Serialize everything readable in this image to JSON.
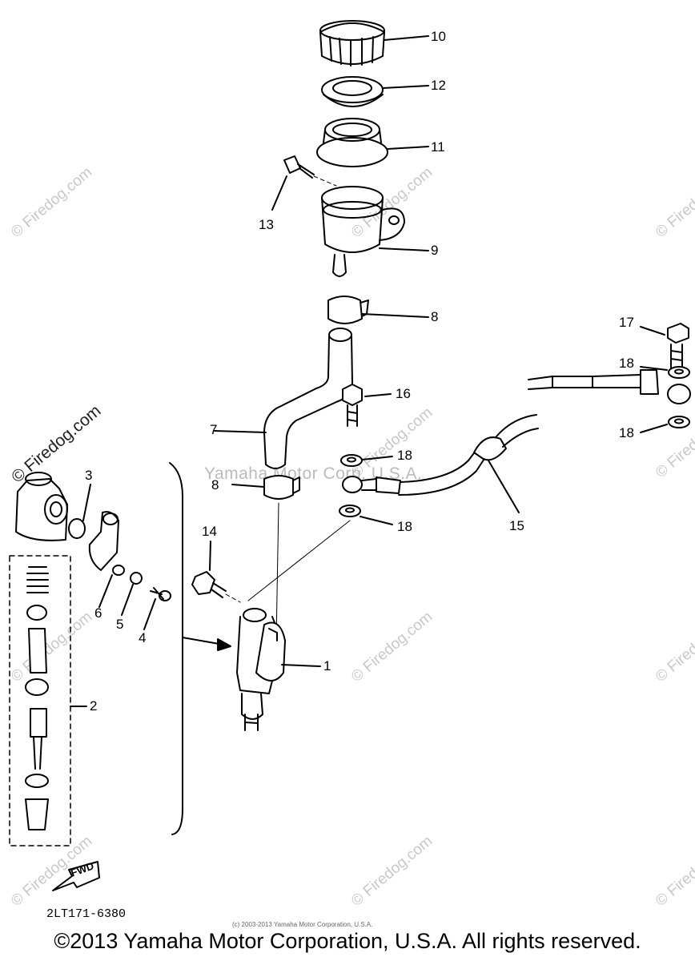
{
  "diagram": {
    "part_code": "2LT171-6380",
    "fwd_label": "FWD",
    "watermark_text": "© Firedog.com",
    "center_watermark": "Yamaha Motor Corp. U.S.A.",
    "small_copyright": "(c) 2003-2013 Yamaha Motor Corporation, U.S.A.",
    "copyright": "©2013 Yamaha Motor Corporation, U.S.A. All rights reserved.",
    "callouts": [
      {
        "id": "c10",
        "text": "10"
      },
      {
        "id": "c12",
        "text": "12"
      },
      {
        "id": "c11",
        "text": "11"
      },
      {
        "id": "c13",
        "text": "13"
      },
      {
        "id": "c9",
        "text": "9"
      },
      {
        "id": "c8a",
        "text": "8"
      },
      {
        "id": "c17",
        "text": "17"
      },
      {
        "id": "c18a",
        "text": "18"
      },
      {
        "id": "c16",
        "text": "16"
      },
      {
        "id": "c7",
        "text": "7"
      },
      {
        "id": "c18b",
        "text": "18"
      },
      {
        "id": "c18c",
        "text": "18"
      },
      {
        "id": "c8b",
        "text": "8"
      },
      {
        "id": "c3",
        "text": "3"
      },
      {
        "id": "c18d",
        "text": "18"
      },
      {
        "id": "c15",
        "text": "15"
      },
      {
        "id": "c14",
        "text": "14"
      },
      {
        "id": "c6",
        "text": "6"
      },
      {
        "id": "c5",
        "text": "5"
      },
      {
        "id": "c4",
        "text": "4"
      },
      {
        "id": "c1",
        "text": "1"
      },
      {
        "id": "c2",
        "text": "2"
      }
    ]
  }
}
